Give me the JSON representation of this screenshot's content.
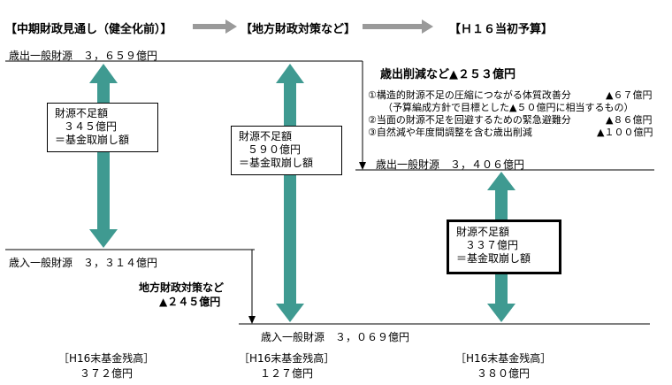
{
  "headers": {
    "h1": "【中期財政見通し（健全化前）】",
    "h2": "【地方財政対策など】",
    "h3": "【Ｈ１６当初予算】"
  },
  "colors": {
    "arrow_teal": "#3f9a91",
    "header_arrow": "#9a9a9a",
    "line": "#000000"
  },
  "col1": {
    "expenditure": "歳出一般財源　３，６５９億円",
    "box": [
      "財源不足額",
      "３４５億円",
      "＝基金取崩し額"
    ],
    "revenue": "歳入一般財源　３，３１４億円",
    "fund_label": "［H16末基金残高］",
    "fund_value": "３７２億円"
  },
  "col2": {
    "measures_label": "地方財政対策など",
    "measures_value": "▲２４５億円",
    "box": [
      "財源不足額",
      "５９０億円",
      "＝基金取崩し額"
    ],
    "revenue": "歳入一般財源　３，０６９億円",
    "fund_label": "［H16末基金残高］",
    "fund_value": "１２７億円"
  },
  "col3": {
    "cut_title": "歳出削減など▲２５３億円",
    "items": [
      {
        "label": "①構造的財源不足の圧縮につながる体質改善分",
        "amount": "▲６７億円"
      },
      {
        "label": "（予算編成方針で目標とした▲５０億円に相当するもの）",
        "amount": ""
      },
      {
        "label": "②当面の財源不足を回避するための緊急避難分",
        "amount": "▲８６億円"
      },
      {
        "label": "③自然減や年度間調整を含む歳出削減",
        "amount": "▲１００億円"
      }
    ],
    "expenditure": "歳出一般財源　３，４０６億円",
    "box": [
      "財源不足額",
      "３３７億円",
      "＝基金取崩し額"
    ],
    "fund_label": "［H16末基金残高］",
    "fund_value": "３８０億円"
  }
}
